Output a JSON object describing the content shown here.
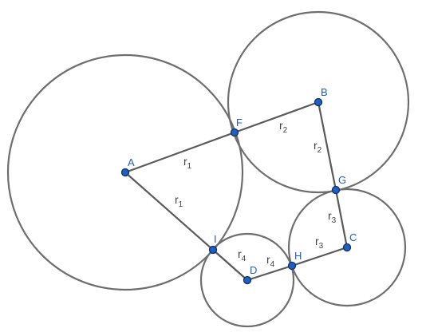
{
  "diagram": {
    "points": [
      {
        "id": "A",
        "label": "A"
      },
      {
        "id": "B",
        "label": "B"
      },
      {
        "id": "C",
        "label": "C"
      },
      {
        "id": "D",
        "label": "D"
      },
      {
        "id": "F",
        "label": "F"
      },
      {
        "id": "G",
        "label": "G"
      },
      {
        "id": "H",
        "label": "H"
      },
      {
        "id": "I",
        "label": "I"
      }
    ],
    "circles": [
      {
        "center": "A",
        "radius": "r1"
      },
      {
        "center": "B",
        "radius": "r2"
      },
      {
        "center": "C",
        "radius": "r3"
      },
      {
        "center": "D",
        "radius": "r4"
      }
    ],
    "segments": [
      {
        "from": "A",
        "to": "F"
      },
      {
        "from": "F",
        "to": "B"
      },
      {
        "from": "B",
        "to": "G"
      },
      {
        "from": "G",
        "to": "C"
      },
      {
        "from": "C",
        "to": "H"
      },
      {
        "from": "H",
        "to": "D"
      },
      {
        "from": "D",
        "to": "I"
      },
      {
        "from": "I",
        "to": "A"
      }
    ],
    "radius_labels": [
      {
        "base": "r",
        "sub": "1"
      },
      {
        "base": "r",
        "sub": "1"
      },
      {
        "base": "r",
        "sub": "2"
      },
      {
        "base": "r",
        "sub": "2"
      },
      {
        "base": "r",
        "sub": "3"
      },
      {
        "base": "r",
        "sub": "3"
      },
      {
        "base": "r",
        "sub": "4"
      },
      {
        "base": "r",
        "sub": "4"
      }
    ]
  }
}
